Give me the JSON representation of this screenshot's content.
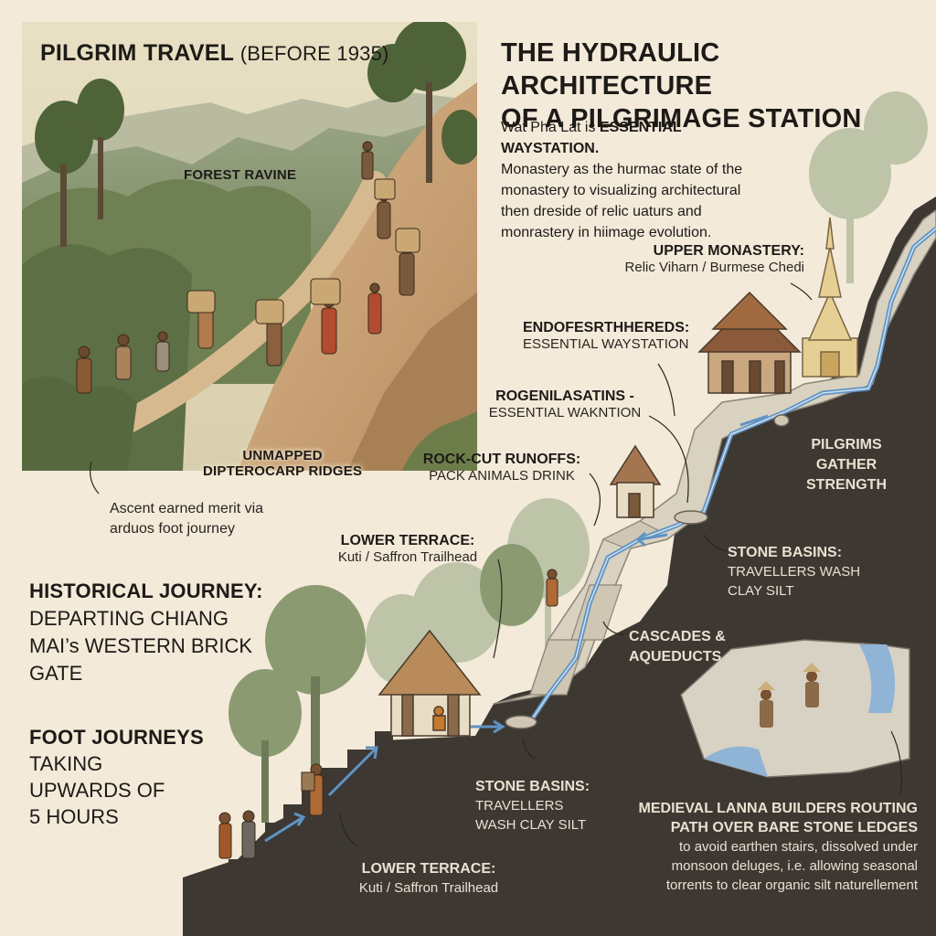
{
  "left_panel": {
    "title_main": "PILGRIM TRAVEL",
    "title_paren": "(BEFORE 1935)",
    "forest_label": "FOREST RAVINE",
    "ridges_label_line1": "UNMAPPED",
    "ridges_label_line2": "DIPTEROCARP RIDGES",
    "caption_line1": "Ascent earned merit via",
    "caption_line2": "arduos foot journey"
  },
  "right_header": {
    "title_line1": "THE HYDRAULIC ARCHITECTURE",
    "title_line2": "OF A PILGRIMAGE STATION",
    "intro_start": "Wat Pha Lat is ",
    "intro_bold": "ESSENTIAL WAYSTATION.",
    "intro_line2": "Monastery as the hurmac state of the",
    "intro_line3": "monastery to visualizing architectural",
    "intro_line4": "then dreside of relic uaturs and",
    "intro_line5": "monrastery in hiimage evolution."
  },
  "journey": {
    "heading": "HISTORICAL JOURNEY:",
    "line1": "DEPARTING CHIANG",
    "line2": "MAI’s WESTERN BRICK",
    "line3": "GATE",
    "foot_heading": "FOOT JOURNEYS",
    "foot_line1": "TAKING",
    "foot_line2": "UPWARDS OF",
    "foot_line3": "5 HOURS"
  },
  "labels": {
    "upper_monastery_title": "UPPER MONASTERY:",
    "upper_monastery_sub": "Relic Viharn / Burmese Chedi",
    "endo_title": "ENDOFESRTHHEREDS:",
    "endo_sub": "ESSENTIAL WAYSTATION",
    "rogen_title": "ROGENILASATINS -",
    "rogen_sub": "ESSENTIAL WAKNTION",
    "rockcut_title": "ROCK-CUT RUNOFFS:",
    "rockcut_sub": "PACK ANIMALS DRINK",
    "lower_terrace_title": "LOWER TERRACE:",
    "lower_terrace_sub": "Kuti / Saffron Trailhead",
    "pilgrims_line1": "PILGRIMS",
    "pilgrims_line2": "GATHER",
    "pilgrims_line3": "STRENGTH",
    "basins_upper_title": "STONE BASINS:",
    "basins_upper_line1": "TRAVELLERS WASH",
    "basins_upper_line2": "CLAY SILT",
    "cascades_line1": "CASCADES &",
    "cascades_line2": "AQUEDUCTS",
    "basins_lower_title": "STONE BASINS:",
    "basins_lower_line1": "TRAVELLERS",
    "basins_lower_line2": "WASH CLAY SILT",
    "lower_terrace2_title": "LOWER TERRACE:",
    "lower_terrace2_sub": "Kuti / Saffron Trailhead",
    "medieval_line1": "MEDIEVAL LANNA BUILDERS ROUTING",
    "medieval_line2": "PATH OVER BARE STONE LEDGES",
    "medieval_body1": "to avoid earthen stairs, dissolved under",
    "medieval_body2": "monsoon deluges, i.e. allowing seasonal",
    "medieval_body3": "torrents to clear organic silt naturellement"
  },
  "colors": {
    "background": "#f3ead9",
    "rock_dark": "#3e3833",
    "water": "#5f93c4",
    "foliage": "#8c9a72",
    "text_light": "#e9e2d2"
  }
}
